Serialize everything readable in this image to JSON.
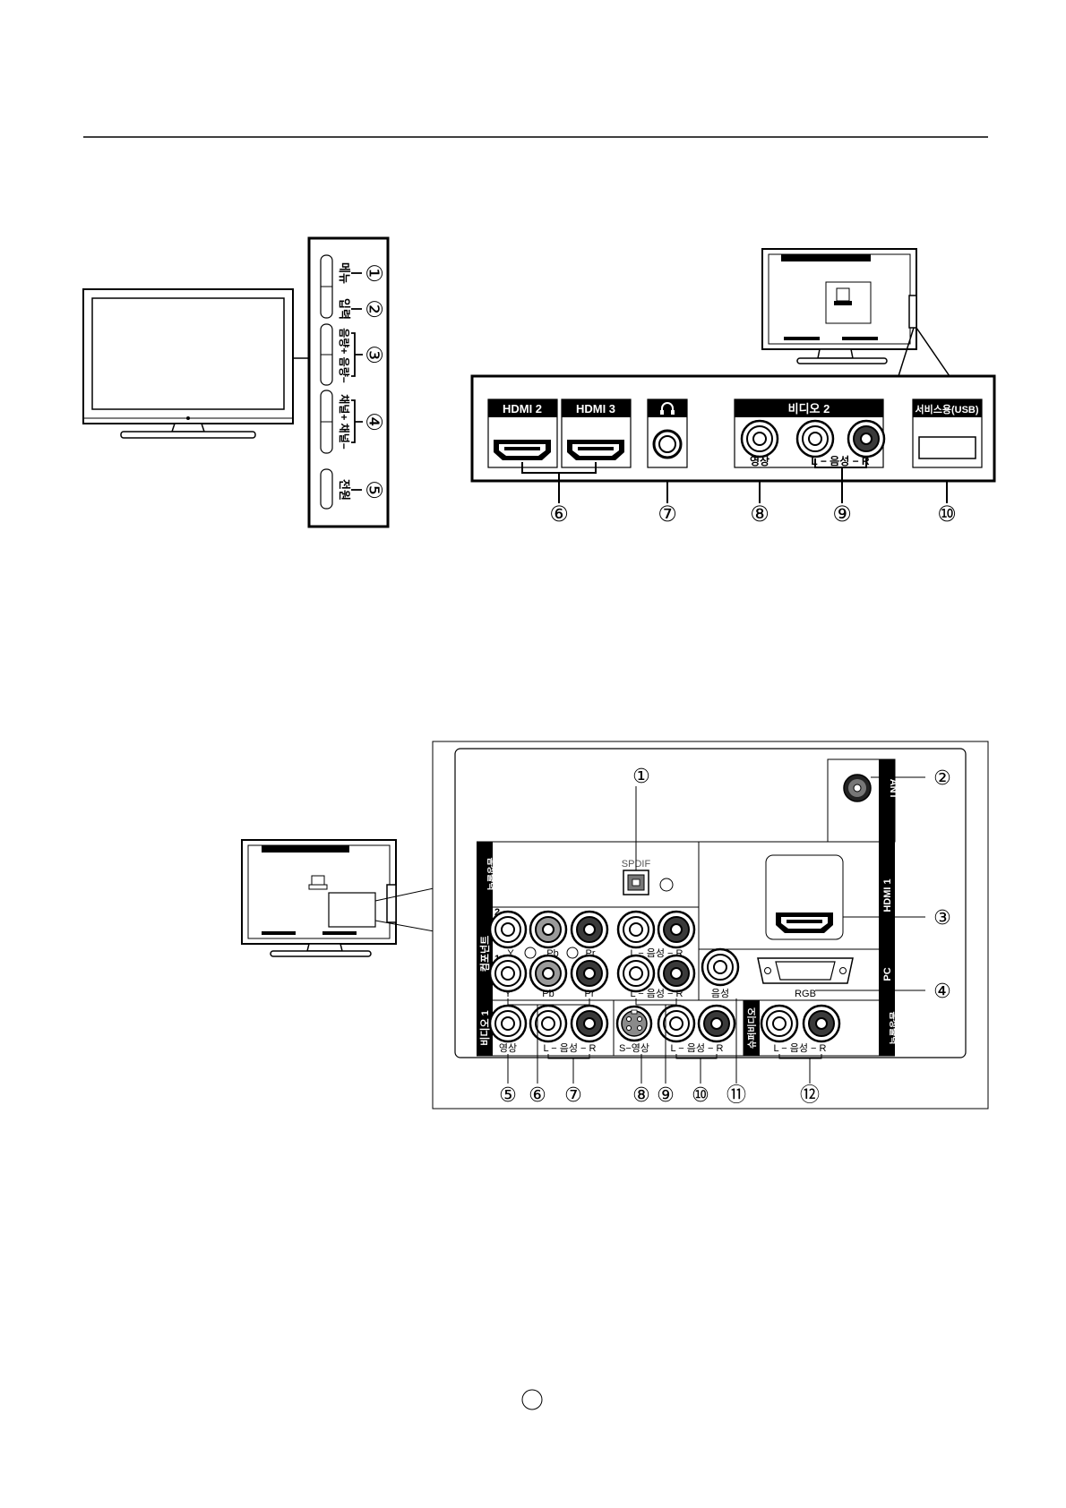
{
  "side_panel": {
    "buttons": [
      {
        "num": "①",
        "label": "메뉴"
      },
      {
        "num": "②",
        "label": "입력"
      },
      {
        "num": "③",
        "label": "음량+ 음량−"
      },
      {
        "num": "④",
        "label": "채널+ 채널−"
      },
      {
        "num": "⑤",
        "label": "전원"
      }
    ],
    "headers": {
      "hdmi2": "HDMI 2",
      "hdmi3": "HDMI 3",
      "video2": "비디오 2",
      "usb": "서비스용(USB)"
    },
    "jack_labels": {
      "video": "영상",
      "audio": "L − 음성 − R"
    },
    "callouts": [
      "⑥",
      "⑦",
      "⑧",
      "⑨",
      "⑩"
    ]
  },
  "rear_panel": {
    "callouts": [
      "①",
      "②",
      "③",
      "④",
      "⑤",
      "⑥",
      "⑦",
      "⑧",
      "⑨",
      "⑩",
      "⑪",
      "⑫"
    ],
    "section_labels": {
      "audio_out_top": "음성출력",
      "component": "컴포넌트",
      "video1": "비디오 1",
      "super_video": "슈퍼비디오",
      "audio_out_bottom": "음성출력",
      "ant": "ANT",
      "hdmi1": "HDMI 1",
      "pc": "PC"
    },
    "markers": {
      "one": "1",
      "two": "2"
    },
    "jack_labels": {
      "spdif": "SPDIF",
      "y": "Y",
      "pb": "Pb",
      "pr": "Pr",
      "audio_lr": "L − 음성 − R",
      "pc_audio": "음성",
      "rgb": "RGB",
      "video": "영상",
      "svideo": "S−영상"
    }
  }
}
